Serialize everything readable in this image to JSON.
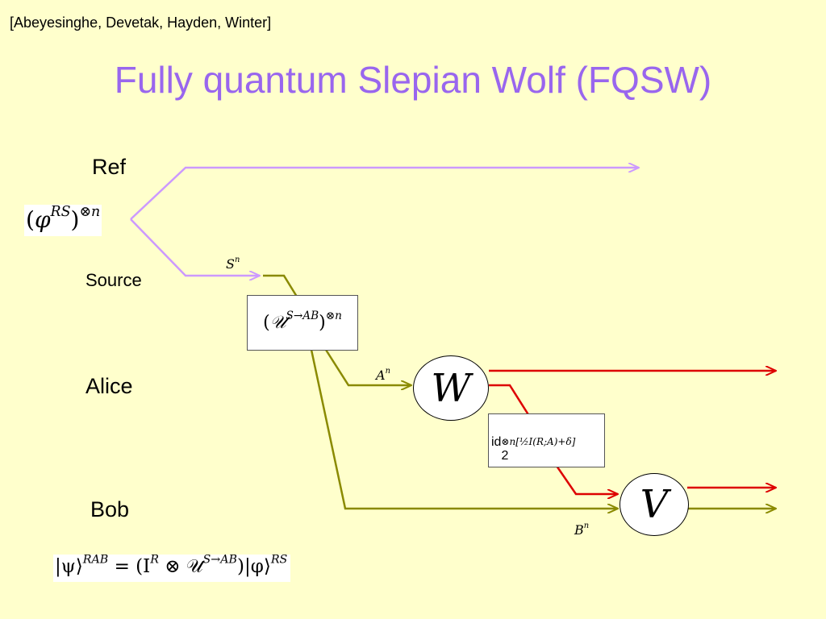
{
  "citation": "[Abeyesinghe, Devetak, Hayden, Winter]",
  "title": "Fully quantum Slepian Wolf (FQSW)",
  "parties": {
    "ref": "Ref",
    "source": "Source",
    "alice": "Alice",
    "bob": "Bob"
  },
  "state_label": {
    "open": "(",
    "base": "φ",
    "sup_after_base": "RS",
    "close": ")",
    "power": "⊗n"
  },
  "system_labels": {
    "s": {
      "base": "S",
      "sup": "n"
    },
    "a": {
      "base": "A",
      "sup": "n"
    },
    "b": {
      "base": "B",
      "sup": "n"
    }
  },
  "encoding_box": {
    "open": "(",
    "base": "𝒰",
    "sup": "S→AB",
    "close": ")",
    "power": "⊗n"
  },
  "operations": {
    "w": "W",
    "v": "V"
  },
  "identity_box": {
    "prefix": "id",
    "sub": "2",
    "sup": "⊗n[½I(R;A)+δ]"
  },
  "bottom_equation": "|ψ⟩^RAB = (I^R ⊗ 𝒰^S→AB)|φ⟩^RS",
  "bottom_equation_parts": {
    "psi": "|ψ⟩",
    "psi_sup": "RAB",
    "mid": " = (I",
    "i_sup": "R",
    "tensor": " ⊗ 𝒰",
    "u_sup": "S→AB",
    "phi": ")|φ⟩",
    "phi_sup": "RS"
  },
  "colors": {
    "background": "#ffffcc",
    "title": "#9966ee",
    "violet_line": "#cc99ff",
    "olive_line": "#8a8a00",
    "red_line": "#dd0000"
  }
}
